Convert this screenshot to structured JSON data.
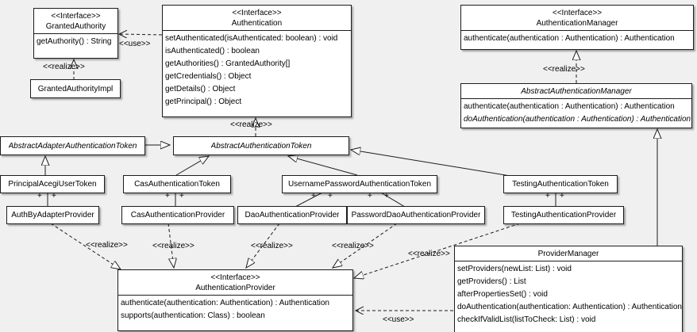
{
  "colors": {
    "background": "#f0f0f0",
    "box_fill": "#ffffff",
    "line": "#000000"
  },
  "edge_labels": {
    "use": "<<use>>",
    "realize": "<<realize>>",
    "plus": "+"
  },
  "classes": {
    "granted_authority": {
      "stereotype": "<<Interface>>",
      "name": "GrantedAuthority",
      "methods": [
        "getAuthority() : String"
      ]
    },
    "granted_authority_impl": {
      "name": "GrantedAuthorityImpl"
    },
    "authentication": {
      "stereotype": "<<Interface>>",
      "name": "Authentication",
      "methods": [
        "setAuthenticated(isAuthenticated: boolean) : void",
        "isAuthenticated() : boolean",
        "getAuthorities() : GrantedAuthority[]",
        "getCredentials() : Object",
        "getDetails() : Object",
        "getPrincipal() : Object"
      ]
    },
    "authentication_manager": {
      "stereotype": "<<Interface>>",
      "name": "AuthenticationManager",
      "methods": [
        "authenticate(authentication : Authentication) : Authentication"
      ]
    },
    "abstract_authentication_manager": {
      "name": "AbstractAuthenticationManager",
      "methods": [
        "authenticate(authentication : Authentication) : Authentication",
        "doAuthentication(authentication : Authentication) : Authentication"
      ]
    },
    "abstract_adapter_authentication_token": {
      "name": "AbstractAdapterAuthenticationToken"
    },
    "abstract_authentication_token": {
      "name": "AbstractAuthenticationToken"
    },
    "principal_acegi_user_token": {
      "name": "PrincipalAcegiUserToken"
    },
    "cas_authentication_token": {
      "name": "CasAuthenticationToken"
    },
    "username_password_authentication_token": {
      "name": "UsernamePasswordAuthenticationToken"
    },
    "testing_authentication_token": {
      "name": "TestingAuthenticationToken"
    },
    "auth_by_adapter_provider": {
      "name": "AuthByAdapterProvider"
    },
    "cas_authentication_provider": {
      "name": "CasAuthenticationProvider"
    },
    "dao_authentication_provider": {
      "name": "DaoAuthenticationProvider"
    },
    "password_dao_authentication_provider": {
      "name": "PasswordDaoAuthenticationProvider"
    },
    "testing_authentication_provider": {
      "name": "TestingAuthenticationProvider"
    },
    "provider_manager": {
      "name": "ProviderManager",
      "methods": [
        "setProviders(newList: List) : void",
        "getProviders() : List",
        "afterPropertiesSet() : void",
        "doAuthentication(authentication: Authentication) : Authentication",
        "checkIfValidList(listToCheck: List) : void"
      ]
    },
    "authentication_provider": {
      "stereotype": "<<Interface>>",
      "name": "AuthenticationProvider",
      "methods": [
        "authenticate(authentication: Authentication) : Authentication",
        "supports(authentication: Class) : boolean"
      ]
    }
  },
  "relationships": [
    {
      "type": "use",
      "from": "Authentication",
      "to": "GrantedAuthority"
    },
    {
      "type": "realize",
      "from": "GrantedAuthorityImpl",
      "to": "GrantedAuthority"
    },
    {
      "type": "realize",
      "from": "AbstractAuthenticationToken",
      "to": "Authentication"
    },
    {
      "type": "realize",
      "from": "AbstractAuthenticationManager",
      "to": "AuthenticationManager"
    },
    {
      "type": "generalization",
      "from": "AbstractAdapterAuthenticationToken",
      "to": "AbstractAuthenticationToken"
    },
    {
      "type": "generalization",
      "from": "PrincipalAcegiUserToken",
      "to": "AbstractAdapterAuthenticationToken"
    },
    {
      "type": "generalization",
      "from": "CasAuthenticationToken",
      "to": "AbstractAuthenticationToken"
    },
    {
      "type": "generalization",
      "from": "UsernamePasswordAuthenticationToken",
      "to": "AbstractAuthenticationToken"
    },
    {
      "type": "generalization",
      "from": "TestingAuthenticationToken",
      "to": "AbstractAuthenticationToken"
    },
    {
      "type": "association",
      "from": "PrincipalAcegiUserToken",
      "to": "AuthByAdapterProvider"
    },
    {
      "type": "association",
      "from": "CasAuthenticationToken",
      "to": "CasAuthenticationProvider"
    },
    {
      "type": "association",
      "from": "UsernamePasswordAuthenticationToken",
      "to": "DaoAuthenticationProvider"
    },
    {
      "type": "association",
      "from": "UsernamePasswordAuthenticationToken",
      "to": "PasswordDaoAuthenticationProvider"
    },
    {
      "type": "association",
      "from": "TestingAuthenticationToken",
      "to": "TestingAuthenticationProvider"
    },
    {
      "type": "realize",
      "from": "AuthByAdapterProvider",
      "to": "AuthenticationProvider"
    },
    {
      "type": "realize",
      "from": "CasAuthenticationProvider",
      "to": "AuthenticationProvider"
    },
    {
      "type": "realize",
      "from": "DaoAuthenticationProvider",
      "to": "AuthenticationProvider"
    },
    {
      "type": "realize",
      "from": "PasswordDaoAuthenticationProvider",
      "to": "AuthenticationProvider"
    },
    {
      "type": "realize",
      "from": "TestingAuthenticationProvider",
      "to": "AuthenticationProvider"
    },
    {
      "type": "generalization",
      "from": "ProviderManager",
      "to": "AbstractAuthenticationManager"
    },
    {
      "type": "use",
      "from": "ProviderManager",
      "to": "AuthenticationProvider"
    }
  ]
}
